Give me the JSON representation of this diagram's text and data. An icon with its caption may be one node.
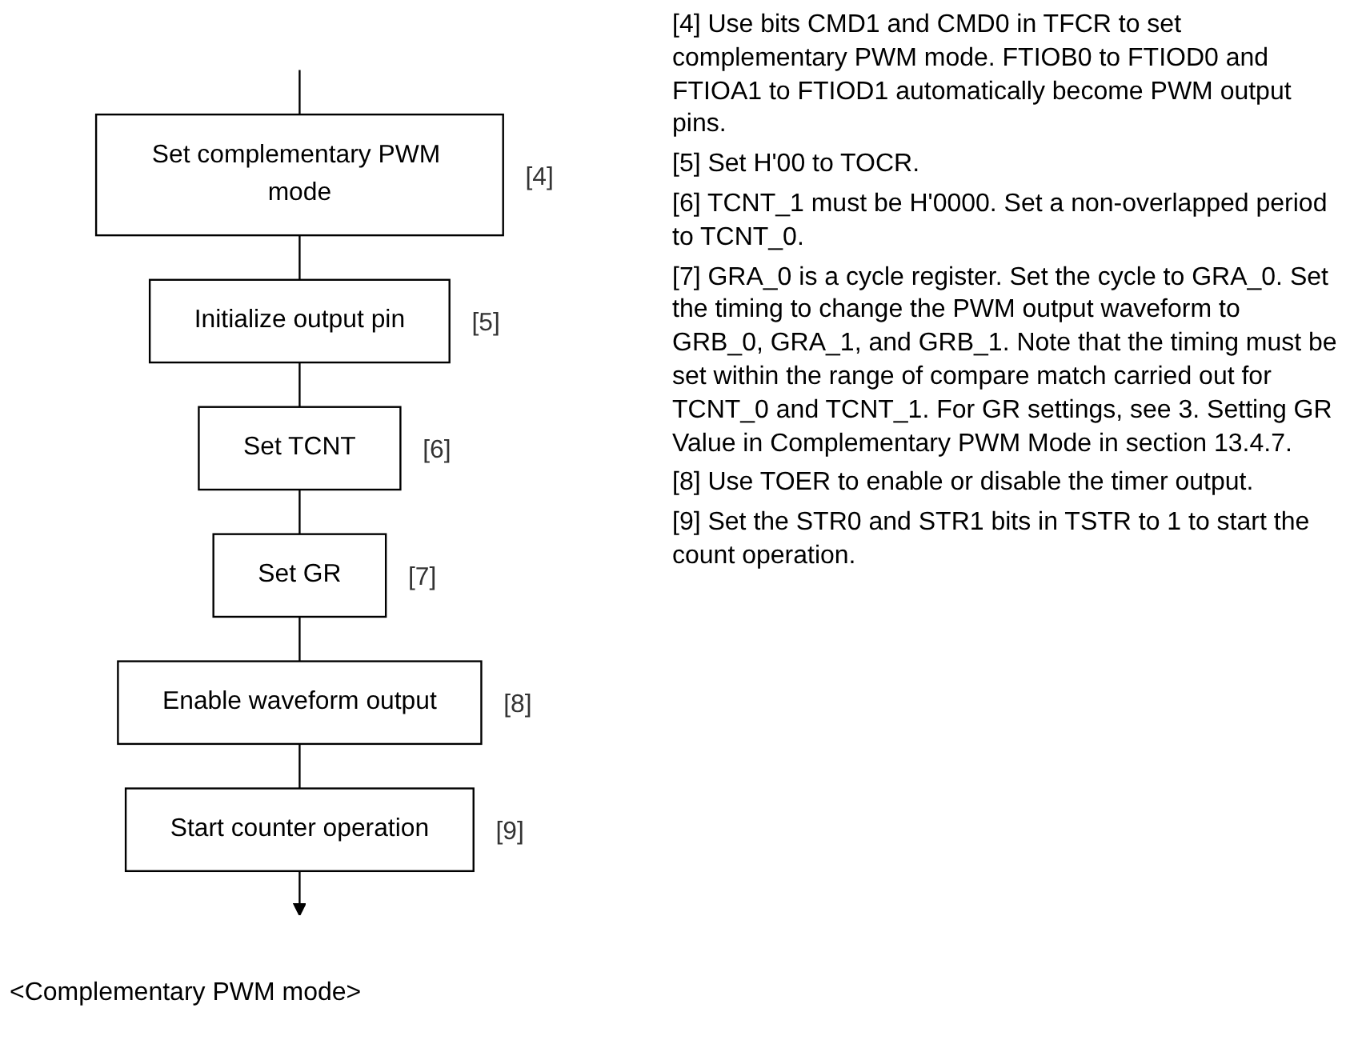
{
  "diagram": {
    "caption": "<Complementary PWM mode>",
    "nodes": [
      {
        "text": [
          "Set complementary PWM mode"
        ],
        "beside": [
          "[4]"
        ]
      },
      {
        "text": [
          "Initialize output pin"
        ],
        "beside": [
          "[5]"
        ]
      },
      {
        "text": [
          "Set TCNT"
        ],
        "beside": [
          "[6]"
        ]
      },
      {
        "text": [
          "Set GR"
        ],
        "beside": [
          "[7]"
        ]
      },
      {
        "text": [
          "Enable waveform output"
        ],
        "beside": [
          "[8]"
        ]
      },
      {
        "text": [
          "Start counter operation"
        ],
        "beside": [
          "[9]"
        ]
      }
    ],
    "edges": [
      {
        "from": null,
        "to": 0,
        "arrow": "none"
      },
      {
        "from": 0,
        "to": 1,
        "arrow": "none"
      },
      {
        "from": 1,
        "to": 2,
        "arrow": "none"
      },
      {
        "from": 2,
        "to": 3,
        "arrow": "none"
      },
      {
        "from": 3,
        "to": 4,
        "arrow": "none"
      },
      {
        "from": 4,
        "to": 5,
        "arrow": "none"
      },
      {
        "from": 5,
        "to": null,
        "arrow": "to"
      }
    ],
    "labels": [
      "[4] Use bits CMD1 and CMD0 in TFCR to set complementary PWM mode. FTIOB0 to FTIOD0 and FTIOA1 to FTIOD1 automatically become PWM output pins.",
      "[5] Set H'00 to TOCR.",
      "[6] TCNT_1 must be H'0000. Set a non-overlapped period to TCNT_0.",
      "[7] GRA_0 is a cycle register. Set the cycle to GRA_0. Set the timing to change the PWM output waveform to GRB_0, GRA_1, and GRB_1. Note that the timing must be set within the range of compare match carried out for TCNT_0 and TCNT_1. For GR settings, see 3. Setting GR Value in Complementary PWM Mode in section 13.4.7.",
      "[8] Use TOER to enable or disable the timer output.",
      "[9] Set the STR0 and STR1 bits in TSTR to 1 to start the count operation."
    ]
  }
}
